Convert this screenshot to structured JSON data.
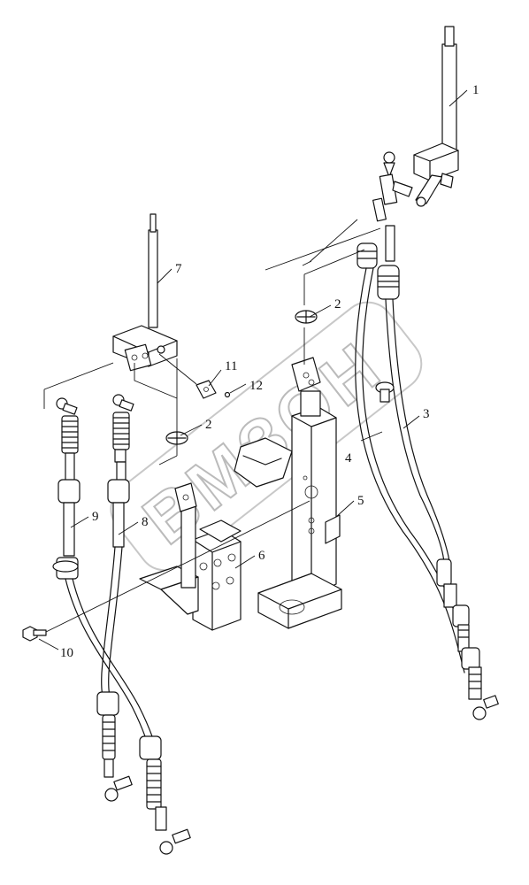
{
  "watermark": {
    "text": "ВМЗОН"
  },
  "callouts": [
    {
      "id": "c1",
      "label": "1"
    },
    {
      "id": "c2a",
      "label": "2"
    },
    {
      "id": "c2b",
      "label": "2"
    },
    {
      "id": "c3",
      "label": "3"
    },
    {
      "id": "c4",
      "label": "4"
    },
    {
      "id": "c5",
      "label": "5"
    },
    {
      "id": "c6",
      "label": "6"
    },
    {
      "id": "c7",
      "label": "7"
    },
    {
      "id": "c8",
      "label": "8"
    },
    {
      "id": "c9",
      "label": "9"
    },
    {
      "id": "c10",
      "label": "10"
    },
    {
      "id": "c11",
      "label": "11"
    },
    {
      "id": "c12",
      "label": "12"
    }
  ]
}
